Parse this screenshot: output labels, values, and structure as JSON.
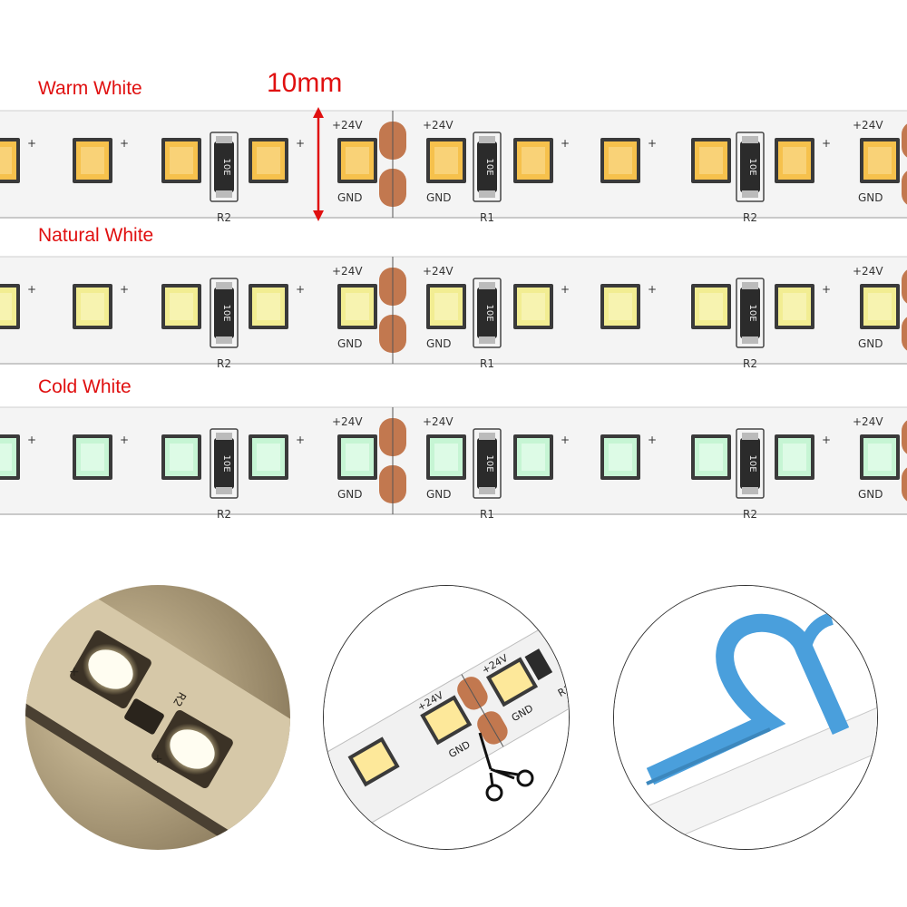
{
  "strips": [
    {
      "label": "Warm White",
      "led_color": "#f6c14c",
      "led_core": "#fbe09a"
    },
    {
      "label": "Natural White",
      "led_color": "#f2ed92",
      "led_core": "#fbf8c8"
    },
    {
      "label": "Cold White",
      "led_color": "#c6f5d4",
      "led_core": "#f1fff4"
    }
  ],
  "width_label": "10mm",
  "pcb_text": {
    "plus_24v": "+24V",
    "gnd": "GND",
    "r1": "R1",
    "r2": "R2",
    "resistor_code": "10E",
    "plus": "+"
  },
  "colors": {
    "label_red": "#e01010",
    "pcb_white": "#f4f4f4",
    "copper_pad": "#c2784f",
    "adhesive_blue": "#4a9fdc"
  },
  "icons": {
    "cut": "scissors-icon"
  }
}
